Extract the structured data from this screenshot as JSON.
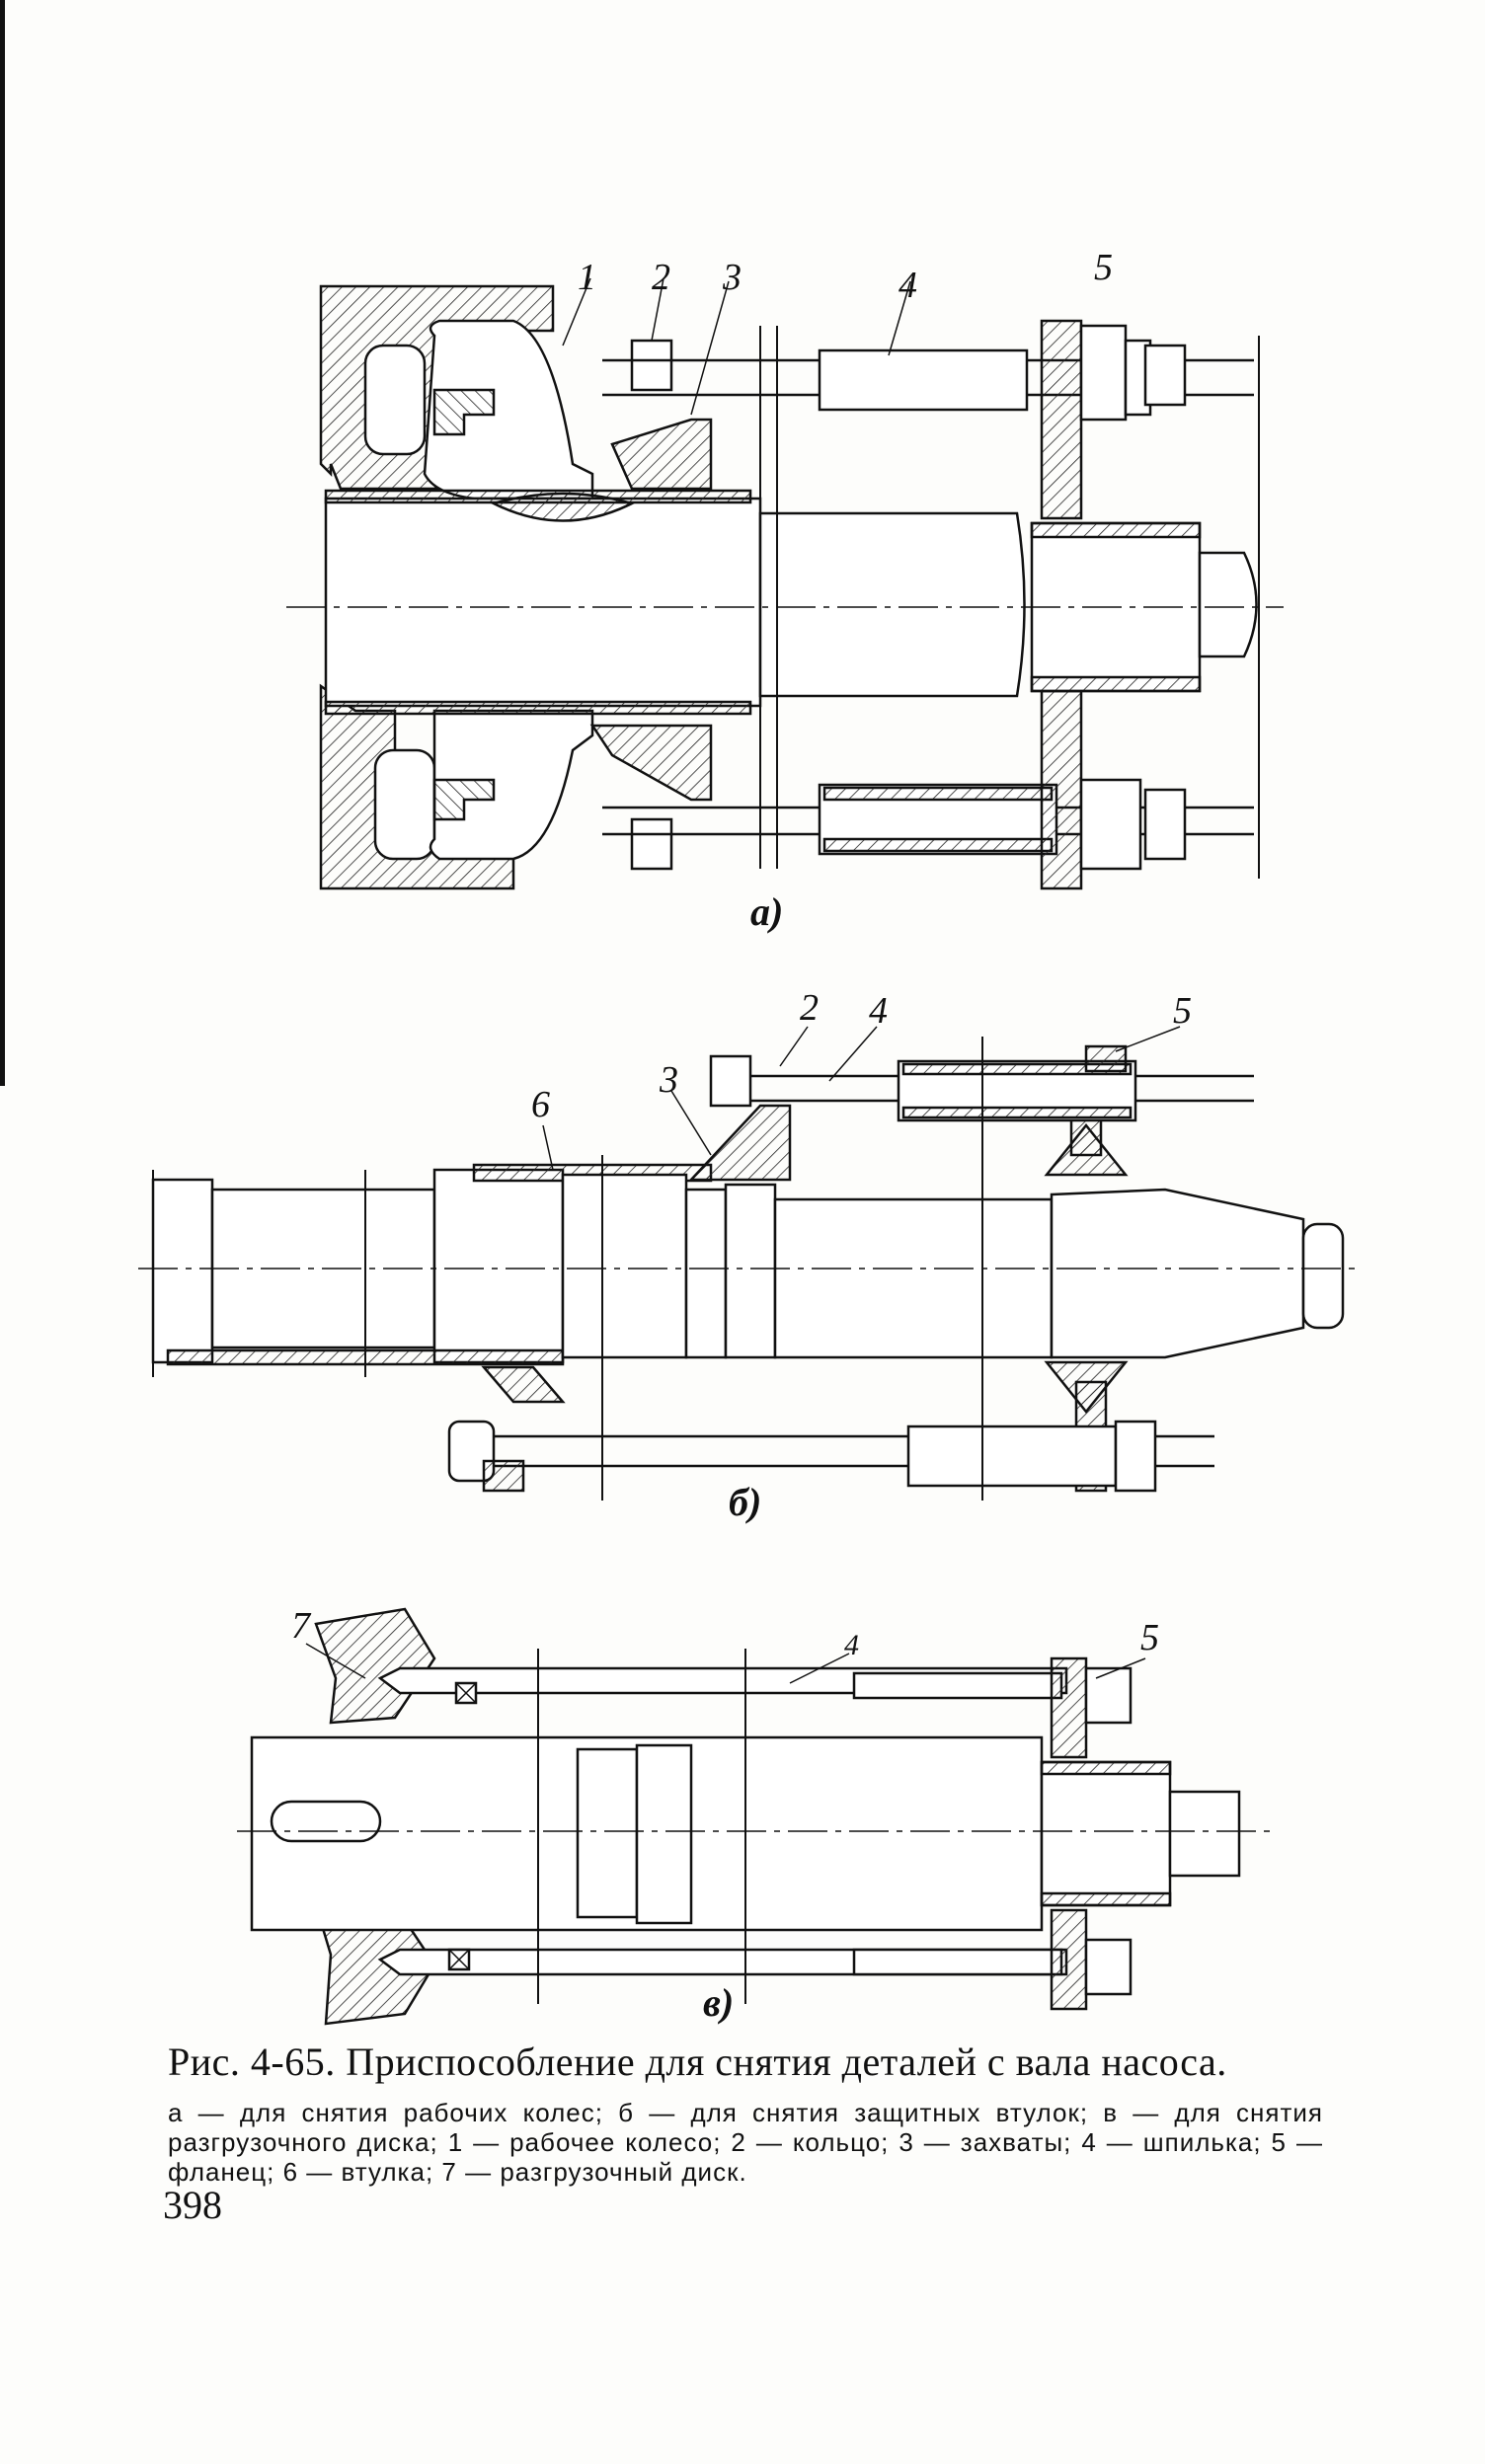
{
  "figure": {
    "panel_a": {
      "label": "а)",
      "callouts": [
        "1",
        "2",
        "3",
        "4",
        "5"
      ]
    },
    "panel_b": {
      "label": "б)",
      "callouts": [
        "2",
        "4",
        "5",
        "6",
        "3"
      ]
    },
    "panel_c": {
      "label": "в)",
      "callouts": [
        "7",
        "4",
        "5"
      ]
    }
  },
  "caption": {
    "title": "Рис. 4-65. Приспособление для снятия деталей с вала насоса.",
    "legend": "а — для снятия рабочих колес; б — для снятия защитных втулок; в — для снятия разгрузочного диска; 1 — рабочее колесо; 2 — кольцо; 3 — захваты; 4 — шпилька; 5 — фланец; 6 — втулка; 7 — разгрузочный диск."
  },
  "page_number": "398"
}
